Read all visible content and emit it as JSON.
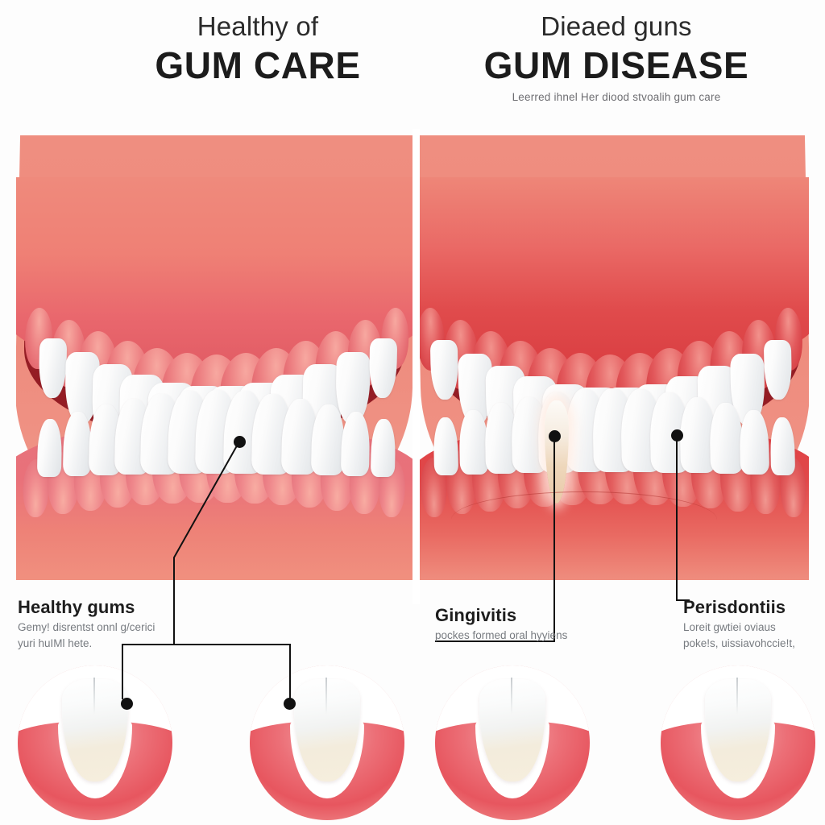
{
  "headers": {
    "left": {
      "eyebrow": "Healthy of",
      "title": "GUM CARE",
      "subtitle": ""
    },
    "right": {
      "eyebrow": "Dieaed guns",
      "title": "GUM DISEASE",
      "subtitle": "Leerred ihnel Her diood stvoalih gum care"
    }
  },
  "panels": {
    "left": {
      "label": "healthy-gums-illustration"
    },
    "right": {
      "label": "diseased-gums-illustration"
    }
  },
  "captions": [
    {
      "id": "healthy",
      "heading": "Healthy gums",
      "line1": "Gemy! disrentst onnl g/cerici",
      "line2": "yuri huIMl hete."
    },
    {
      "id": "gingivitis",
      "heading": "Gingivitis",
      "line1": "pockes formed oral hyyiens",
      "line2": ""
    },
    {
      "id": "periodontitis",
      "heading": "Perisdontiis",
      "line1": "Loreit  gwtiei oviaus",
      "line2": "poke!s, uissiavohccie!t,"
    }
  ],
  "insets": [
    {
      "id": "inset-healthy-1",
      "marker": true
    },
    {
      "id": "inset-healthy-2",
      "marker": true
    },
    {
      "id": "inset-gingivitis",
      "marker": false
    },
    {
      "id": "inset-periodontitis",
      "marker": false
    }
  ],
  "colors": {
    "gum_healthy": "#ee8a7c",
    "gum_healthy_deep": "#e05a63",
    "gum_inflamed": "#de4044",
    "oral_cavity": "#9c1f27",
    "tooth_enamel": "#ffffff",
    "tooth_root": "#eed7bb",
    "leader_line": "#111111",
    "heading_text": "#1d1d1d",
    "body_text": "#777b80",
    "background": "#ffffff"
  }
}
